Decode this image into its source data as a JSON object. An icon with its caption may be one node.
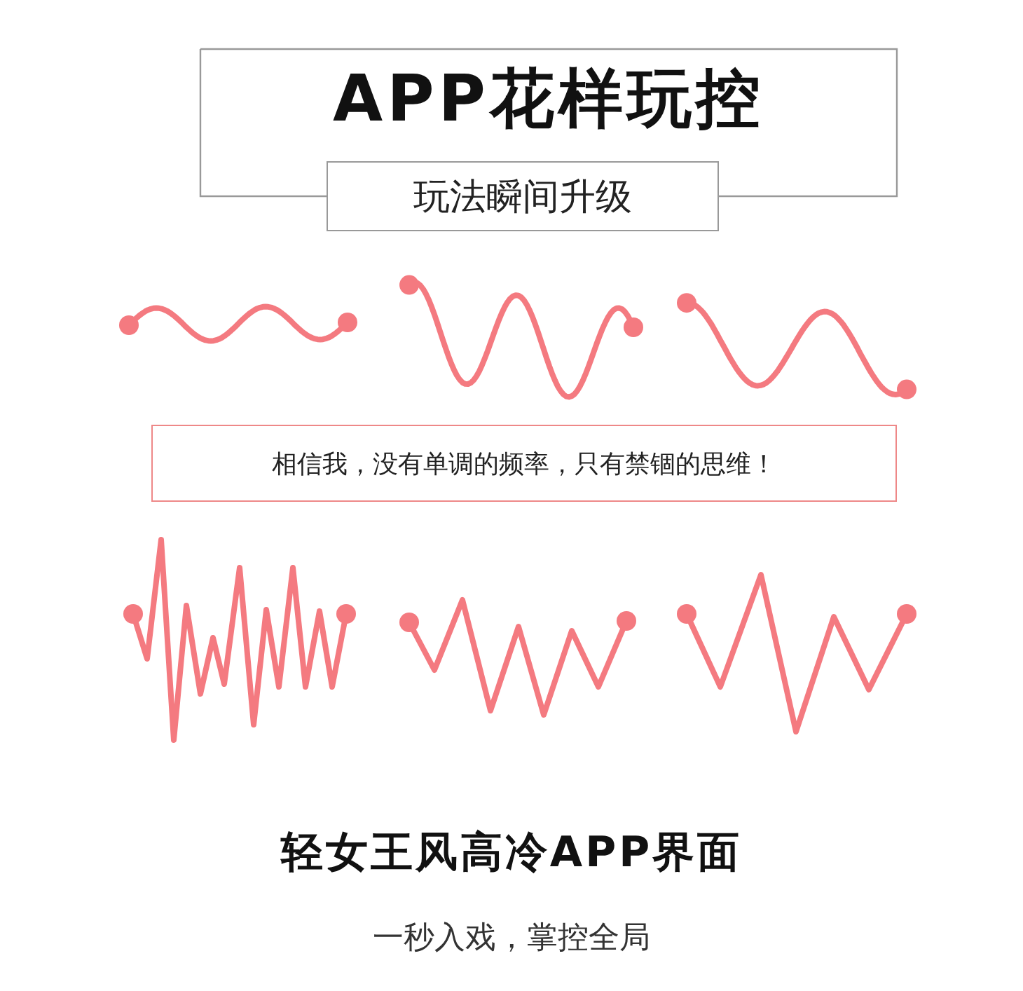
{
  "diagram": {
    "title": "APP花样玩控",
    "nodes": [
      {
        "text": [
          "玩法瞬间升级"
        ]
      },
      {
        "text": [
          "相信我，没有单调的频率，只有禁锢的思维！"
        ]
      }
    ],
    "labels": [
      "轻女王风高冷APP界面",
      "一秒入戏，掌控全局"
    ]
  }
}
